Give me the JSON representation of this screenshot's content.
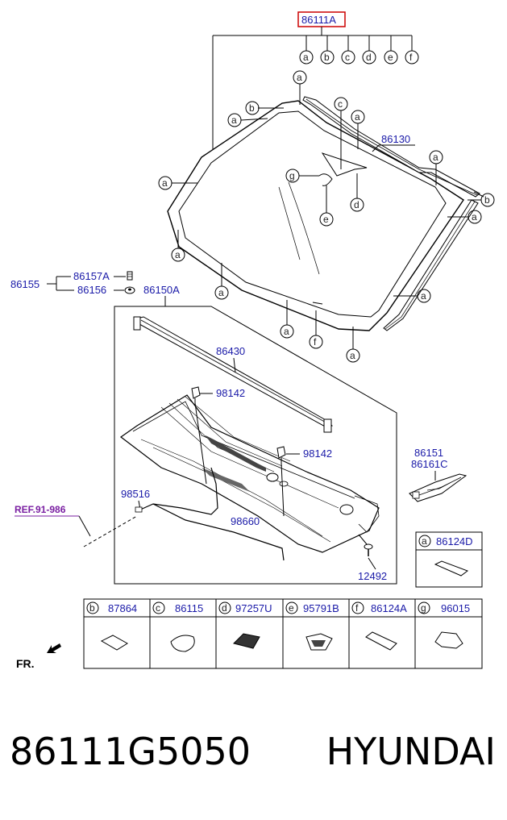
{
  "main_part": "86111A",
  "main_part_callouts": [
    "a",
    "b",
    "c",
    "d",
    "e",
    "f"
  ],
  "labels": {
    "p86130": "86130",
    "p86155": "86155",
    "p86157A": "86157A",
    "p86156": "86156",
    "p86150A": "86150A",
    "p86430": "86430",
    "p98142_top": "98142",
    "p98142_mid": "98142",
    "p98516": "98516",
    "p98660": "98660",
    "p12492": "12492",
    "p86151": "86151",
    "p86161C": "86161C",
    "ref": "REF.91-986",
    "fr": "FR."
  },
  "legend_top": {
    "letter": "a",
    "part": "86124D"
  },
  "legend_row": [
    {
      "letter": "b",
      "part": "87864"
    },
    {
      "letter": "c",
      "part": "86115"
    },
    {
      "letter": "d",
      "part": "97257U"
    },
    {
      "letter": "e",
      "part": "95791B"
    },
    {
      "letter": "f",
      "part": "86124A"
    },
    {
      "letter": "g",
      "part": "96015"
    }
  ],
  "windshield_callouts": [
    "a",
    "b",
    "a",
    "c",
    "a",
    "a",
    "b",
    "g",
    "d",
    "e",
    "a",
    "a",
    "a",
    "a",
    "f",
    "a"
  ],
  "footer": {
    "part_number": "86111G5050",
    "brand": "HYUNDAI"
  },
  "colors": {
    "highlight_box": "#cc0000",
    "part_text": "#1a1aa8",
    "ref_text": "#7a1fa2"
  }
}
